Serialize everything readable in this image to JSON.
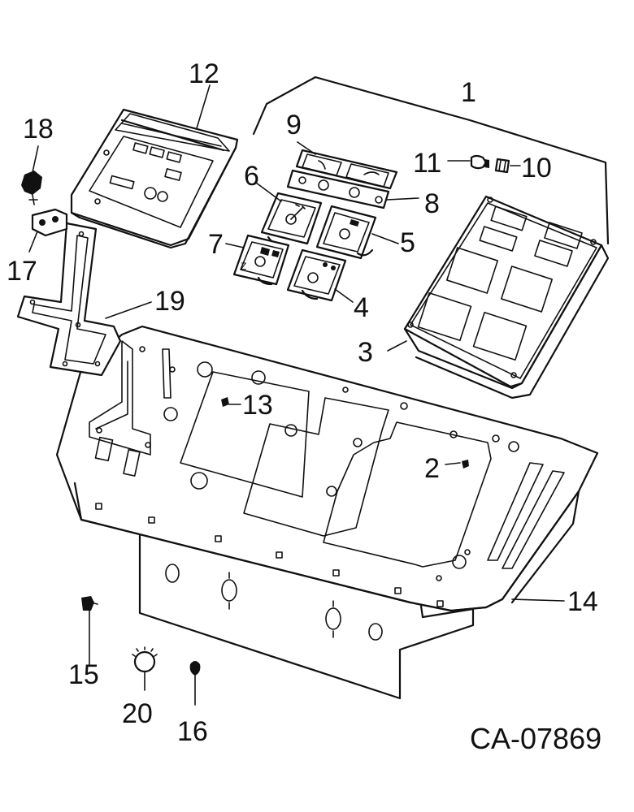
{
  "diagram": {
    "drawing_code": "CA-07869",
    "callouts": [
      {
        "id": "c1",
        "label": "1"
      },
      {
        "id": "c2",
        "label": "2"
      },
      {
        "id": "c3",
        "label": "3"
      },
      {
        "id": "c4",
        "label": "4"
      },
      {
        "id": "c5",
        "label": "5"
      },
      {
        "id": "c6",
        "label": "6"
      },
      {
        "id": "c7",
        "label": "7"
      },
      {
        "id": "c8",
        "label": "8"
      },
      {
        "id": "c9",
        "label": "9"
      },
      {
        "id": "c10",
        "label": "10"
      },
      {
        "id": "c11",
        "label": "11"
      },
      {
        "id": "c12",
        "label": "12"
      },
      {
        "id": "c13",
        "label": "13"
      },
      {
        "id": "c14",
        "label": "14"
      },
      {
        "id": "c15",
        "label": "15"
      },
      {
        "id": "c16",
        "label": "16"
      },
      {
        "id": "c17",
        "label": "17"
      },
      {
        "id": "c18",
        "label": "18"
      },
      {
        "id": "c19",
        "label": "19"
      },
      {
        "id": "c20",
        "label": "20"
      }
    ]
  }
}
